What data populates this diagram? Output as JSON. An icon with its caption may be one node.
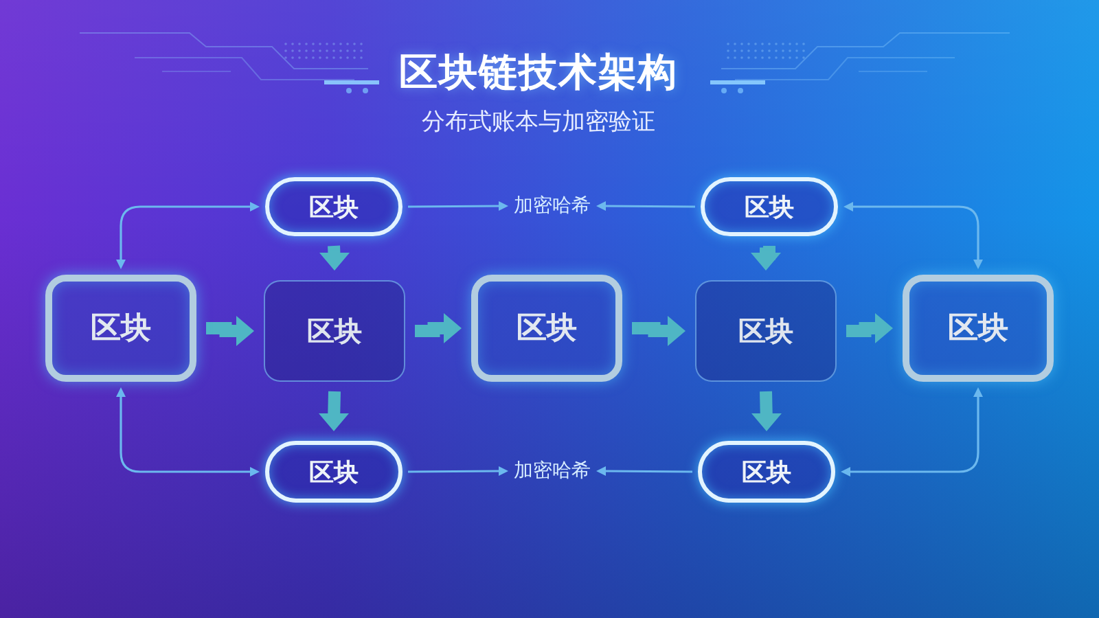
{
  "diagram": {
    "title": "区块链技术架构",
    "nodes": [
      {
        "text": [
          "区块"
        ]
      },
      {
        "text": [
          "加密哈希"
        ]
      },
      {
        "text": [
          "区块"
        ]
      },
      {
        "text": [
          "区块"
        ]
      },
      {
        "text": [
          "区块"
        ]
      },
      {
        "text": [
          "区块"
        ]
      },
      {
        "text": [
          "区块"
        ]
      },
      {
        "text": [
          "区块"
        ]
      },
      {
        "text": [
          "区块"
        ]
      },
      {
        "text": [
          "加密哈希"
        ]
      },
      {
        "text": [
          "区块"
        ]
      }
    ],
    "edges": [
      {
        "from": 0,
        "to": 1,
        "arrow": "to"
      },
      {
        "from": 2,
        "to": 1,
        "arrow": "to"
      },
      {
        "from": 3,
        "to": 0,
        "arrow": "both"
      },
      {
        "from": 2,
        "to": 7,
        "arrow": "both"
      },
      {
        "from": 3,
        "to": 4,
        "arrow": "to",
        "style": "thick",
        "color": "#4fb6c4"
      },
      {
        "from": 4,
        "to": 5,
        "arrow": "to",
        "style": "thick",
        "color": "#4fb6c4"
      },
      {
        "from": 5,
        "to": 6,
        "arrow": "to",
        "style": "thick",
        "color": "#4fb6c4"
      },
      {
        "from": 6,
        "to": 7,
        "arrow": "to",
        "style": "thick",
        "color": "#4fb6c4"
      },
      {
        "from": 4,
        "to": 8,
        "arrow": "to",
        "style": "thick",
        "color": "#4fb6c4"
      },
      {
        "from": 6,
        "to": 10,
        "arrow": "to",
        "style": "thick",
        "color": "#4fb6c4"
      },
      {
        "from": 3,
        "to": 8,
        "arrow": "both"
      },
      {
        "from": 10,
        "to": 7,
        "arrow": "both"
      },
      {
        "from": 8,
        "to": 9,
        "arrow": "to"
      },
      {
        "from": 10,
        "to": 9,
        "arrow": "to"
      },
      {
        "from": 0,
        "to": 4,
        "arrow": "to",
        "style": "thick",
        "color": "#4fb6c4"
      },
      {
        "from": 2,
        "to": 6,
        "arrow": "to",
        "style": "thick",
        "color": "#4fb6c4"
      }
    ],
    "labels": [
      "分布式账本与加密验证"
    ]
  }
}
